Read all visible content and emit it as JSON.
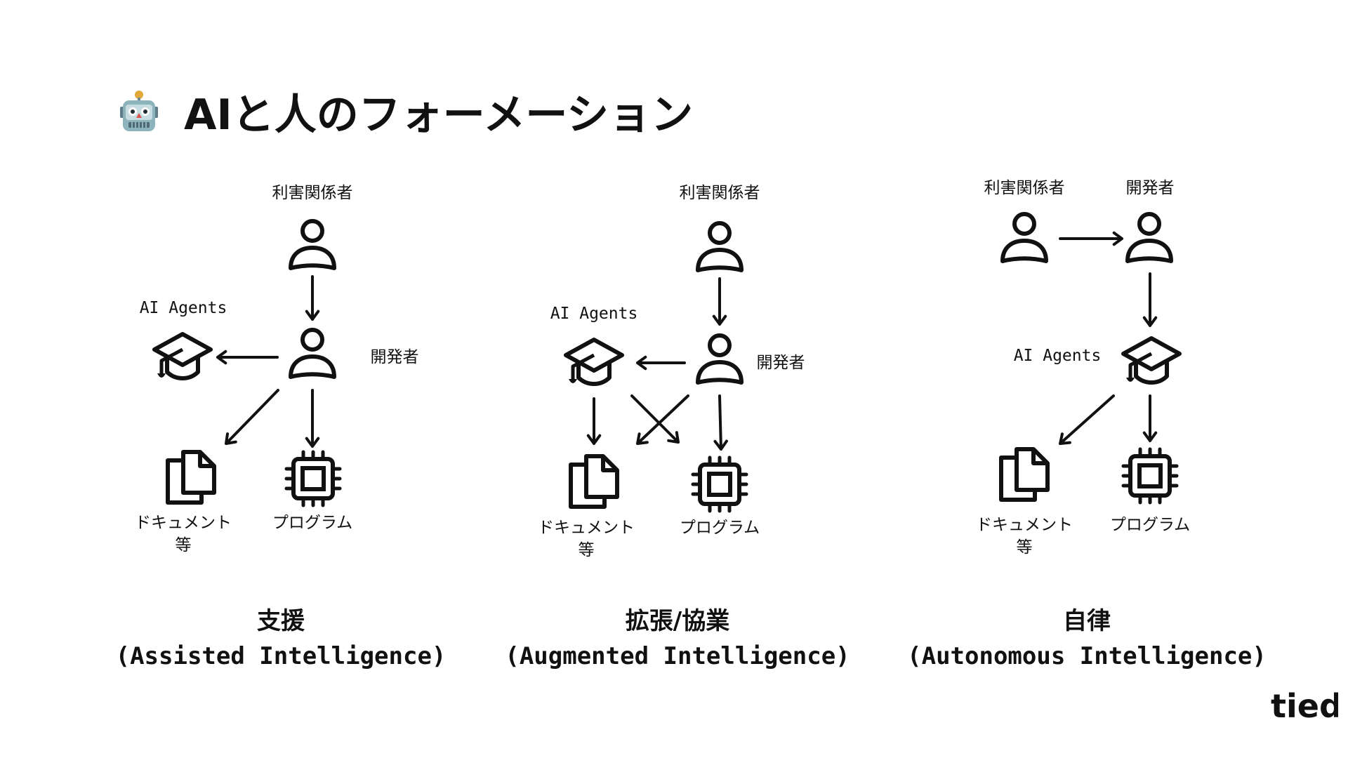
{
  "title": "AIと人のフォーメーション",
  "icons": {
    "title_icon": "robot-icon",
    "person": "person-icon",
    "ai_agent": "graduation-cap-icon",
    "document": "document-icon",
    "program": "chip-icon"
  },
  "logo": "tied",
  "colors": {
    "ink": "#111111",
    "background": "#ffffff"
  },
  "panels": [
    {
      "labels": {
        "stakeholder": "利害関係者",
        "developer": "開発者",
        "ai_agents": "AI Agents",
        "document_line1": "ドキュメント",
        "document_line2": "等",
        "program": "プログラム"
      },
      "caption": {
        "main": "支援",
        "sub": "(Assisted Intelligence)"
      }
    },
    {
      "labels": {
        "stakeholder": "利害関係者",
        "developer": "開発者",
        "ai_agents": "AI Agents",
        "document_line1": "ドキュメント",
        "document_line2": "等",
        "program": "プログラム"
      },
      "caption": {
        "main": "拡張/協業",
        "sub": "(Augmented Intelligence)"
      }
    },
    {
      "labels": {
        "stakeholder": "利害関係者",
        "developer": "開発者",
        "ai_agents": "AI Agents",
        "document_line1": "ドキュメント",
        "document_line2": "等",
        "program": "プログラム"
      },
      "caption": {
        "main": "自律",
        "sub": "(Autonomous Intelligence)"
      }
    }
  ]
}
